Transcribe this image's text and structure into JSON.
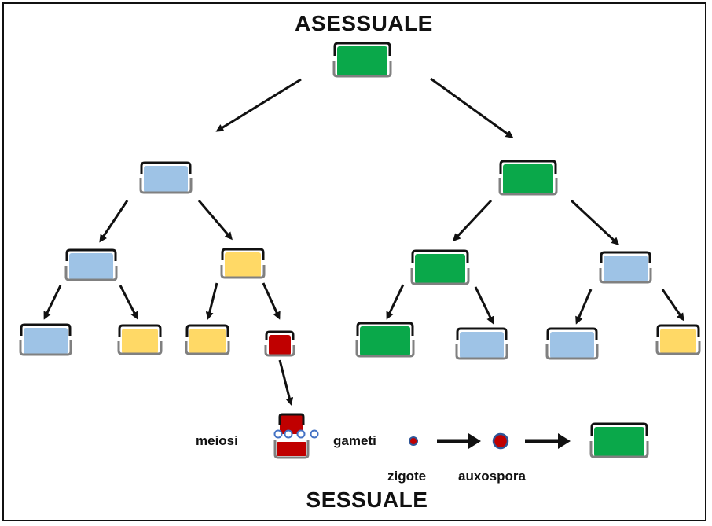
{
  "titles": {
    "top": "ASESSUALE",
    "bottom": "SESSUALE"
  },
  "labels": {
    "meiosi": "meiosi",
    "gameti": "gameti",
    "zigote": "zigote",
    "auxospora": "auxospora"
  },
  "colors": {
    "green": "#0aa84a",
    "blue": "#9ec3e6",
    "yellow": "#ffd966",
    "red": "#c00000",
    "lid": "#111111",
    "base": "#808080",
    "gamete_fill": "#ffffff",
    "gamete_stroke": "#4472c4",
    "zygote_stroke": "#2f5597"
  },
  "cells": [
    {
      "id": "root",
      "color": "green",
      "size": "large"
    },
    {
      "id": "L1",
      "color": "blue",
      "size": "medium"
    },
    {
      "id": "R1",
      "color": "green",
      "size": "large"
    },
    {
      "id": "L2a",
      "color": "blue",
      "size": "medium"
    },
    {
      "id": "L2b",
      "color": "yellow",
      "size": "small"
    },
    {
      "id": "R2a",
      "color": "green",
      "size": "large"
    },
    {
      "id": "R2b",
      "color": "blue",
      "size": "medium"
    },
    {
      "id": "L3a",
      "color": "blue",
      "size": "medium"
    },
    {
      "id": "L3b",
      "color": "yellow",
      "size": "small"
    },
    {
      "id": "L3c",
      "color": "yellow",
      "size": "small"
    },
    {
      "id": "L3d",
      "color": "red",
      "size": "tiny"
    },
    {
      "id": "R3a",
      "color": "green",
      "size": "large"
    },
    {
      "id": "R3b",
      "color": "blue",
      "size": "medium"
    },
    {
      "id": "R3c",
      "color": "blue",
      "size": "medium"
    },
    {
      "id": "R3d",
      "color": "yellow",
      "size": "small"
    },
    {
      "id": "final",
      "color": "green",
      "size": "large"
    }
  ],
  "meiosis_cell": {
    "color": "red",
    "gametes": 4
  }
}
